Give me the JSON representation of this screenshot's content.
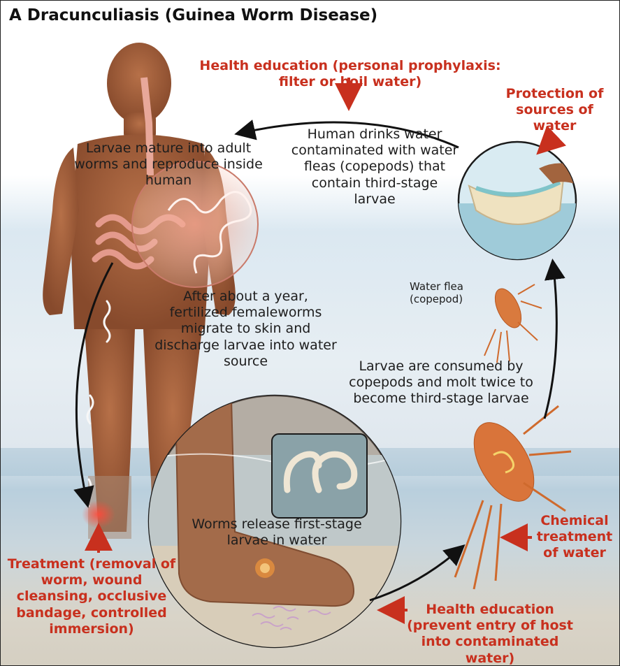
{
  "panel_title": "A  Dracunculiasis (Guinea Worm Disease)",
  "labels": {
    "larvae_mature": "Larvae mature into adult worms and reproduce inside human",
    "human_drinks": "Human drinks water contaminated with water fleas (copepods) that contain third-stage larvae",
    "after_a_year": "After about a year, fertilized femaleworms migrate to skin and discharge larvae into water source",
    "water_flea": "Water flea (copepod)",
    "larvae_consumed": "Larvae are consumed by copepods and molt twice to become third-stage larvae",
    "worms_release": "Worms release first-stage larvae in water"
  },
  "interventions": {
    "health_education_top": "Health education (personal prophylaxis: filter or boil water)",
    "protection": "Protection of sources of water",
    "chemical": "Chemical treatment of water",
    "treatment": "Treatment (removal of worm, wound cleansing, occlusive bandage, controlled immersion)",
    "health_education_bottom": "Health education (prevent entry of host into contaminated water)"
  },
  "colors": {
    "intervention_red": "#c8301e",
    "arrow_black": "#111111",
    "skin": "#a5623d",
    "copepod": "#d9743a",
    "water": "#bcd2e0"
  }
}
